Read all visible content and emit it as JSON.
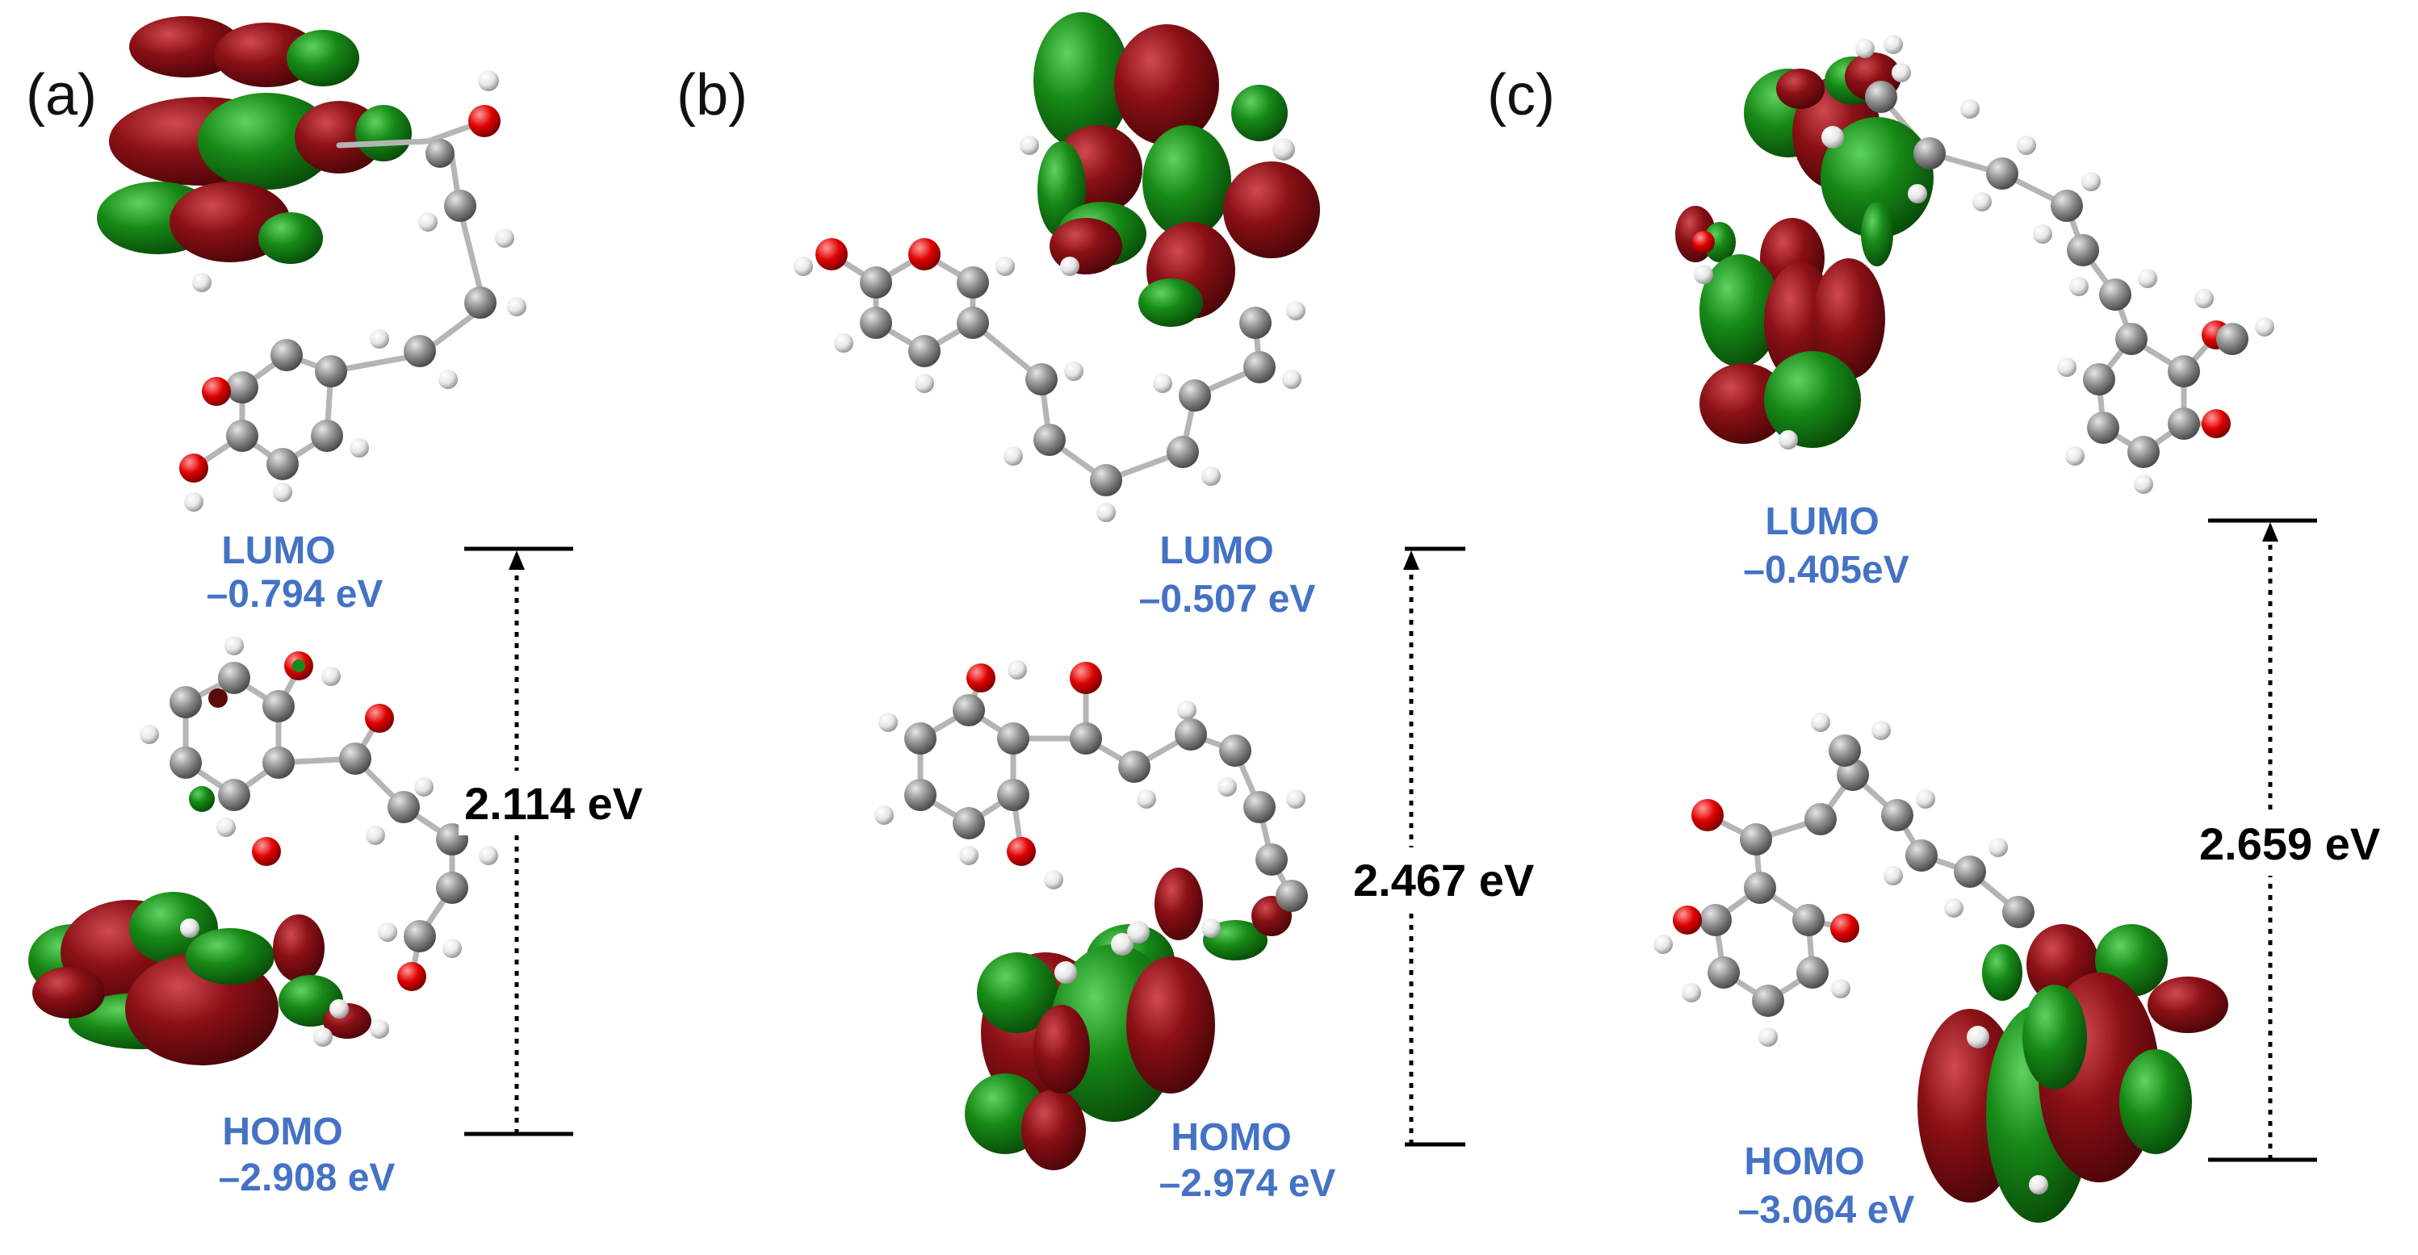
{
  "colors": {
    "orbital_label": "#4472C4",
    "gap_text": "#000000",
    "lobe_red": "#7a0d12",
    "lobe_green": "#137a13",
    "carbon": "#8c8c8c",
    "oxygen": "#e00000",
    "hydrogen": "#f2f2f2"
  },
  "panels": [
    {
      "label": "(a)",
      "lumo": {
        "name": "LUMO",
        "energy": "–0.794 eV"
      },
      "homo": {
        "name": "HOMO",
        "energy": "–2.908 eV"
      },
      "gap": "2.114 eV"
    },
    {
      "label": "(b)",
      "lumo": {
        "name": "LUMO",
        "energy": "–0.507 eV"
      },
      "homo": {
        "name": "HOMO",
        "energy": "–2.974 eV"
      },
      "gap": "2.467 eV"
    },
    {
      "label": "(c)",
      "lumo": {
        "name": "LUMO",
        "energy": "–0.405eV"
      },
      "homo": {
        "name": "HOMO",
        "energy": "–3.064 eV"
      },
      "gap": "2.659 eV"
    }
  ]
}
